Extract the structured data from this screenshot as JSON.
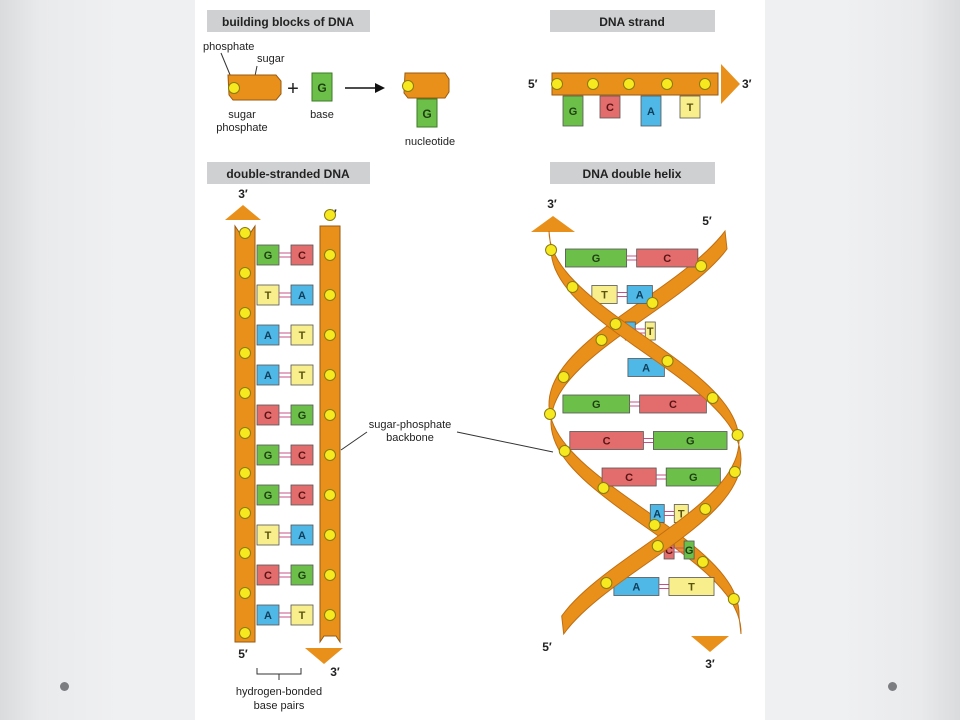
{
  "panels": {
    "building_blocks": {
      "header": "building blocks of DNA",
      "phosphate": "phosphate",
      "sugar": "sugar",
      "sugar_phosphate_1": "sugar",
      "sugar_phosphate_2": "phosphate",
      "plus": "+",
      "base_letter": "G",
      "base": "base",
      "nucleotide_letter": "G",
      "nucleotide": "nucleotide"
    },
    "strand": {
      "header": "DNA strand",
      "five_prime": "5′",
      "three_prime": "3′",
      "bases": [
        "G",
        "C",
        "A",
        "T"
      ]
    },
    "double_stranded": {
      "header": "double-stranded DNA",
      "top_left": "3′",
      "top_right": "5′",
      "bottom_left": "5′",
      "bottom_right": "3′",
      "pairs": [
        [
          "G",
          "C"
        ],
        [
          "T",
          "A"
        ],
        [
          "A",
          "T"
        ],
        [
          "A",
          "T"
        ],
        [
          "C",
          "G"
        ],
        [
          "G",
          "C"
        ],
        [
          "G",
          "C"
        ],
        [
          "T",
          "A"
        ],
        [
          "C",
          "G"
        ],
        [
          "A",
          "T"
        ]
      ],
      "backbone_label_1": "sugar-phosphate",
      "backbone_label_2": "backbone",
      "hbond_label_1": "hydrogen-bonded",
      "hbond_label_2": "base pairs"
    },
    "helix": {
      "header": "DNA double helix",
      "top_left": "3′",
      "top_right": "5′",
      "bottom_left": "5′",
      "bottom_right": "3′",
      "pairs": [
        [
          "G",
          "C"
        ],
        [
          "T",
          "A"
        ],
        [
          "A",
          "T"
        ],
        [
          "A"
        ],
        [
          "G",
          "C"
        ],
        [
          "C",
          "G"
        ],
        [
          "C",
          "G"
        ],
        [
          "A",
          "T"
        ],
        [
          "C",
          "G"
        ],
        [
          "A",
          "T"
        ]
      ]
    }
  },
  "colors": {
    "backbone": "#e8901a",
    "backbone_dark": "#c06e12",
    "phosphate": "#f7e91f",
    "G": "#6cc04a",
    "C": "#e36d6d",
    "A": "#4fb8e6",
    "T": "#f9ee8c",
    "header_bg": "#cfd0d2",
    "hbond": "#c8508a"
  }
}
